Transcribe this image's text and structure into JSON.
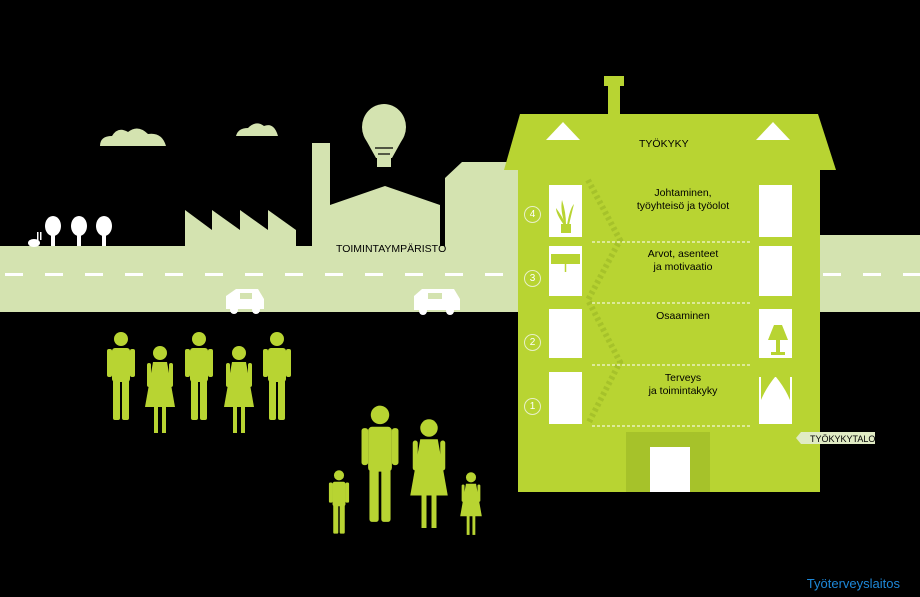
{
  "colors": {
    "background": "#000000",
    "environment": "#d4e3b0",
    "building": "#b8d432",
    "people": "#b8d432",
    "brand": "#1e88d8"
  },
  "labels": {
    "environment": "TOIMINTAYMPÄRISTÖ",
    "roof": "TYÖKYKY",
    "house": "TYÖKYKYTALO"
  },
  "floors": [
    {
      "number": "4",
      "text": "Johtaminen,\ntyöyhteisö ja työolot",
      "left_window_icon": "plant-icon",
      "right_window_icon": ""
    },
    {
      "number": "3",
      "text": "Arvot, asenteet\nja motivaatio",
      "left_window_icon": "picture-icon",
      "right_window_icon": ""
    },
    {
      "number": "2",
      "text": "Osaaminen",
      "left_window_icon": "",
      "right_window_icon": "lamp-icon"
    },
    {
      "number": "1",
      "text": "Terveys\nja toimintakyky",
      "left_window_icon": "",
      "right_window_icon": "curtain-icon"
    }
  ],
  "brand": "Työterveyslaitos"
}
